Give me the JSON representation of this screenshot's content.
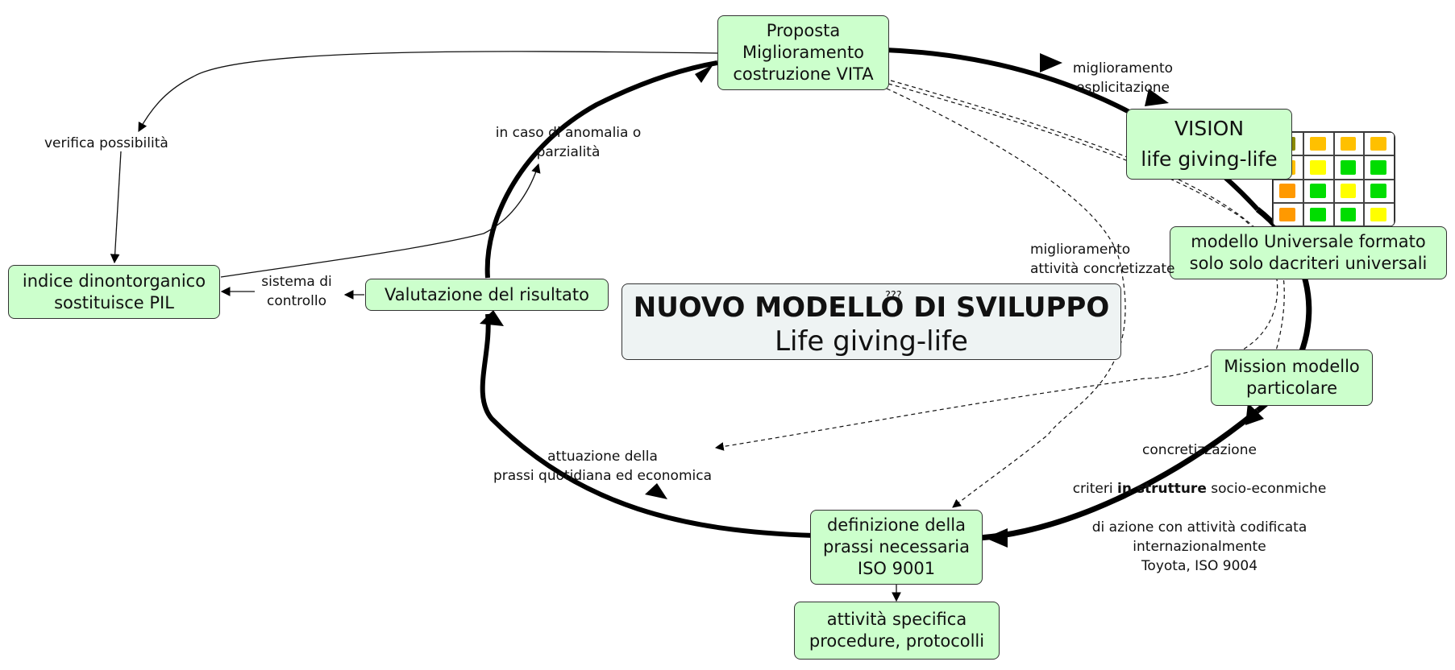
{
  "nodes": {
    "proposta": "Proposta\nMiglioramento\ncostruzione VITA",
    "vision_line1": "VISION",
    "vision_line2": "life giving-life",
    "modello_universale": "modello Universale formato\nsolo  solo dacriteri universali",
    "mission": "Mission modello\nparticolare",
    "definizione": "definizione della\nprassi necessaria\nISO 9001",
    "attivita": "attività specifica\nprocedure, protocolli",
    "valutazione": "Valutazione  del risultato",
    "indice": "indice dinontorganico\nsostituisce PIL"
  },
  "center": {
    "title": "NUOVO MODELLO DI SVILUPPO",
    "subtitle": "Life giving-life",
    "marks": "???"
  },
  "labels": {
    "miglioramento_esplicitazione": "miglioramento\nesplicitazione",
    "miglioramento_attivita": "miglioramento\nattività concretizzate",
    "verifica": "verifica  possibilità",
    "anomalia": "in caso di anomalia o\nparzialità",
    "sistema": "sistema di\ncontrollo",
    "attuazione": "attuazione della\nprassi quotidiana ed economica",
    "concretizzazione_1": "concretizzazione",
    "criteri_pre": "criteri  ",
    "criteri_bold": "in strutture",
    "criteri_post": " socio-econmiche",
    "concretizzazione_rest": "di azione con attività codificata\ninternazionalmente\nToyota, ISO 9004"
  },
  "colors": {
    "node_fill": "#ccffcc",
    "center_fill": "#eef3f3",
    "cycle_stroke": "#000000"
  },
  "grid_image_colors": [
    [
      "#8a8a00",
      "#ffc000",
      "#ffc000",
      "#ffc000"
    ],
    [
      "#ffc000",
      "#ffff00",
      "#00dd00",
      "#00dd00"
    ],
    [
      "#ff9900",
      "#00dd00",
      "#ffff00",
      "#00dd00"
    ],
    [
      "#ff9900",
      "#00dd00",
      "#00dd00",
      "#ffff00"
    ]
  ]
}
